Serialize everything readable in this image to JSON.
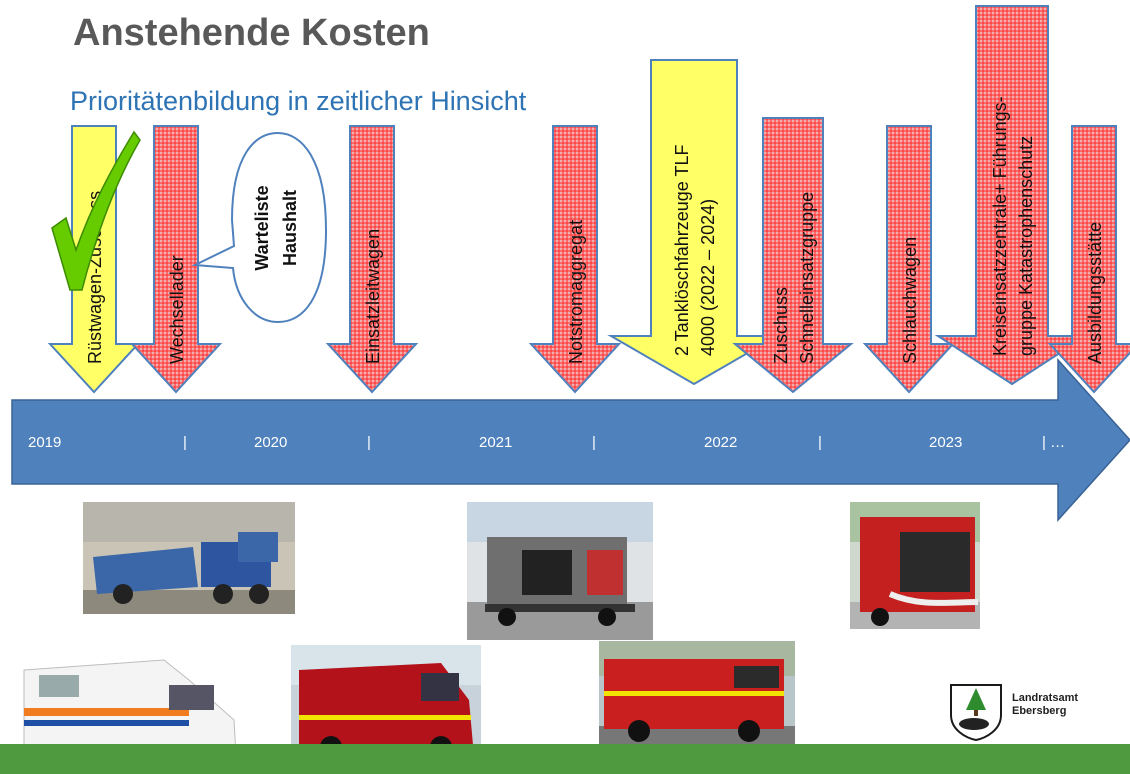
{
  "title": "Anstehende Kosten",
  "subtitle": "Prioritätenbildung in zeitlicher Hinsicht",
  "callout": {
    "line1": "Warteliste",
    "line2": "Haushalt"
  },
  "timeline": {
    "labels": [
      "2019",
      "|",
      "2020",
      "|",
      "2021",
      "|",
      "2022",
      "|",
      "2023",
      "| …"
    ]
  },
  "items": [
    {
      "lines": [
        "Rüstwagen-Zuschuss"
      ],
      "color": "yellow",
      "checked": true
    },
    {
      "lines": [
        "Wechsellader"
      ],
      "color": "red"
    },
    {
      "lines": [
        "Einsatzleitwagen"
      ],
      "color": "red"
    },
    {
      "lines": [
        "Notstromaggregat"
      ],
      "color": "red"
    },
    {
      "lines": [
        "2 Tanklöschfahrzeuge TLF",
        "4000 (2022 – 2024)"
      ],
      "color": "yellow"
    },
    {
      "lines": [
        "Zuschuss",
        "Schnelleinsatzgruppe"
      ],
      "color": "red"
    },
    {
      "lines": [
        "Schlauchwagen"
      ],
      "color": "red"
    },
    {
      "lines": [
        "Kreiseinsatzzentrale+ Führungs-",
        "gruppe Katastrophenschutz"
      ],
      "color": "red"
    },
    {
      "lines": [
        "Ausbildungsstätte"
      ],
      "color": "red"
    }
  ],
  "logo": {
    "line1": "Landratsamt",
    "line2": "Ebersberg"
  },
  "colors": {
    "red": "#ff5b5b",
    "yellow": "#ffff66",
    "timeline": "#4f81bd",
    "check": "#66cc00",
    "title": "#595959",
    "subtitle": "#2e74b5"
  }
}
